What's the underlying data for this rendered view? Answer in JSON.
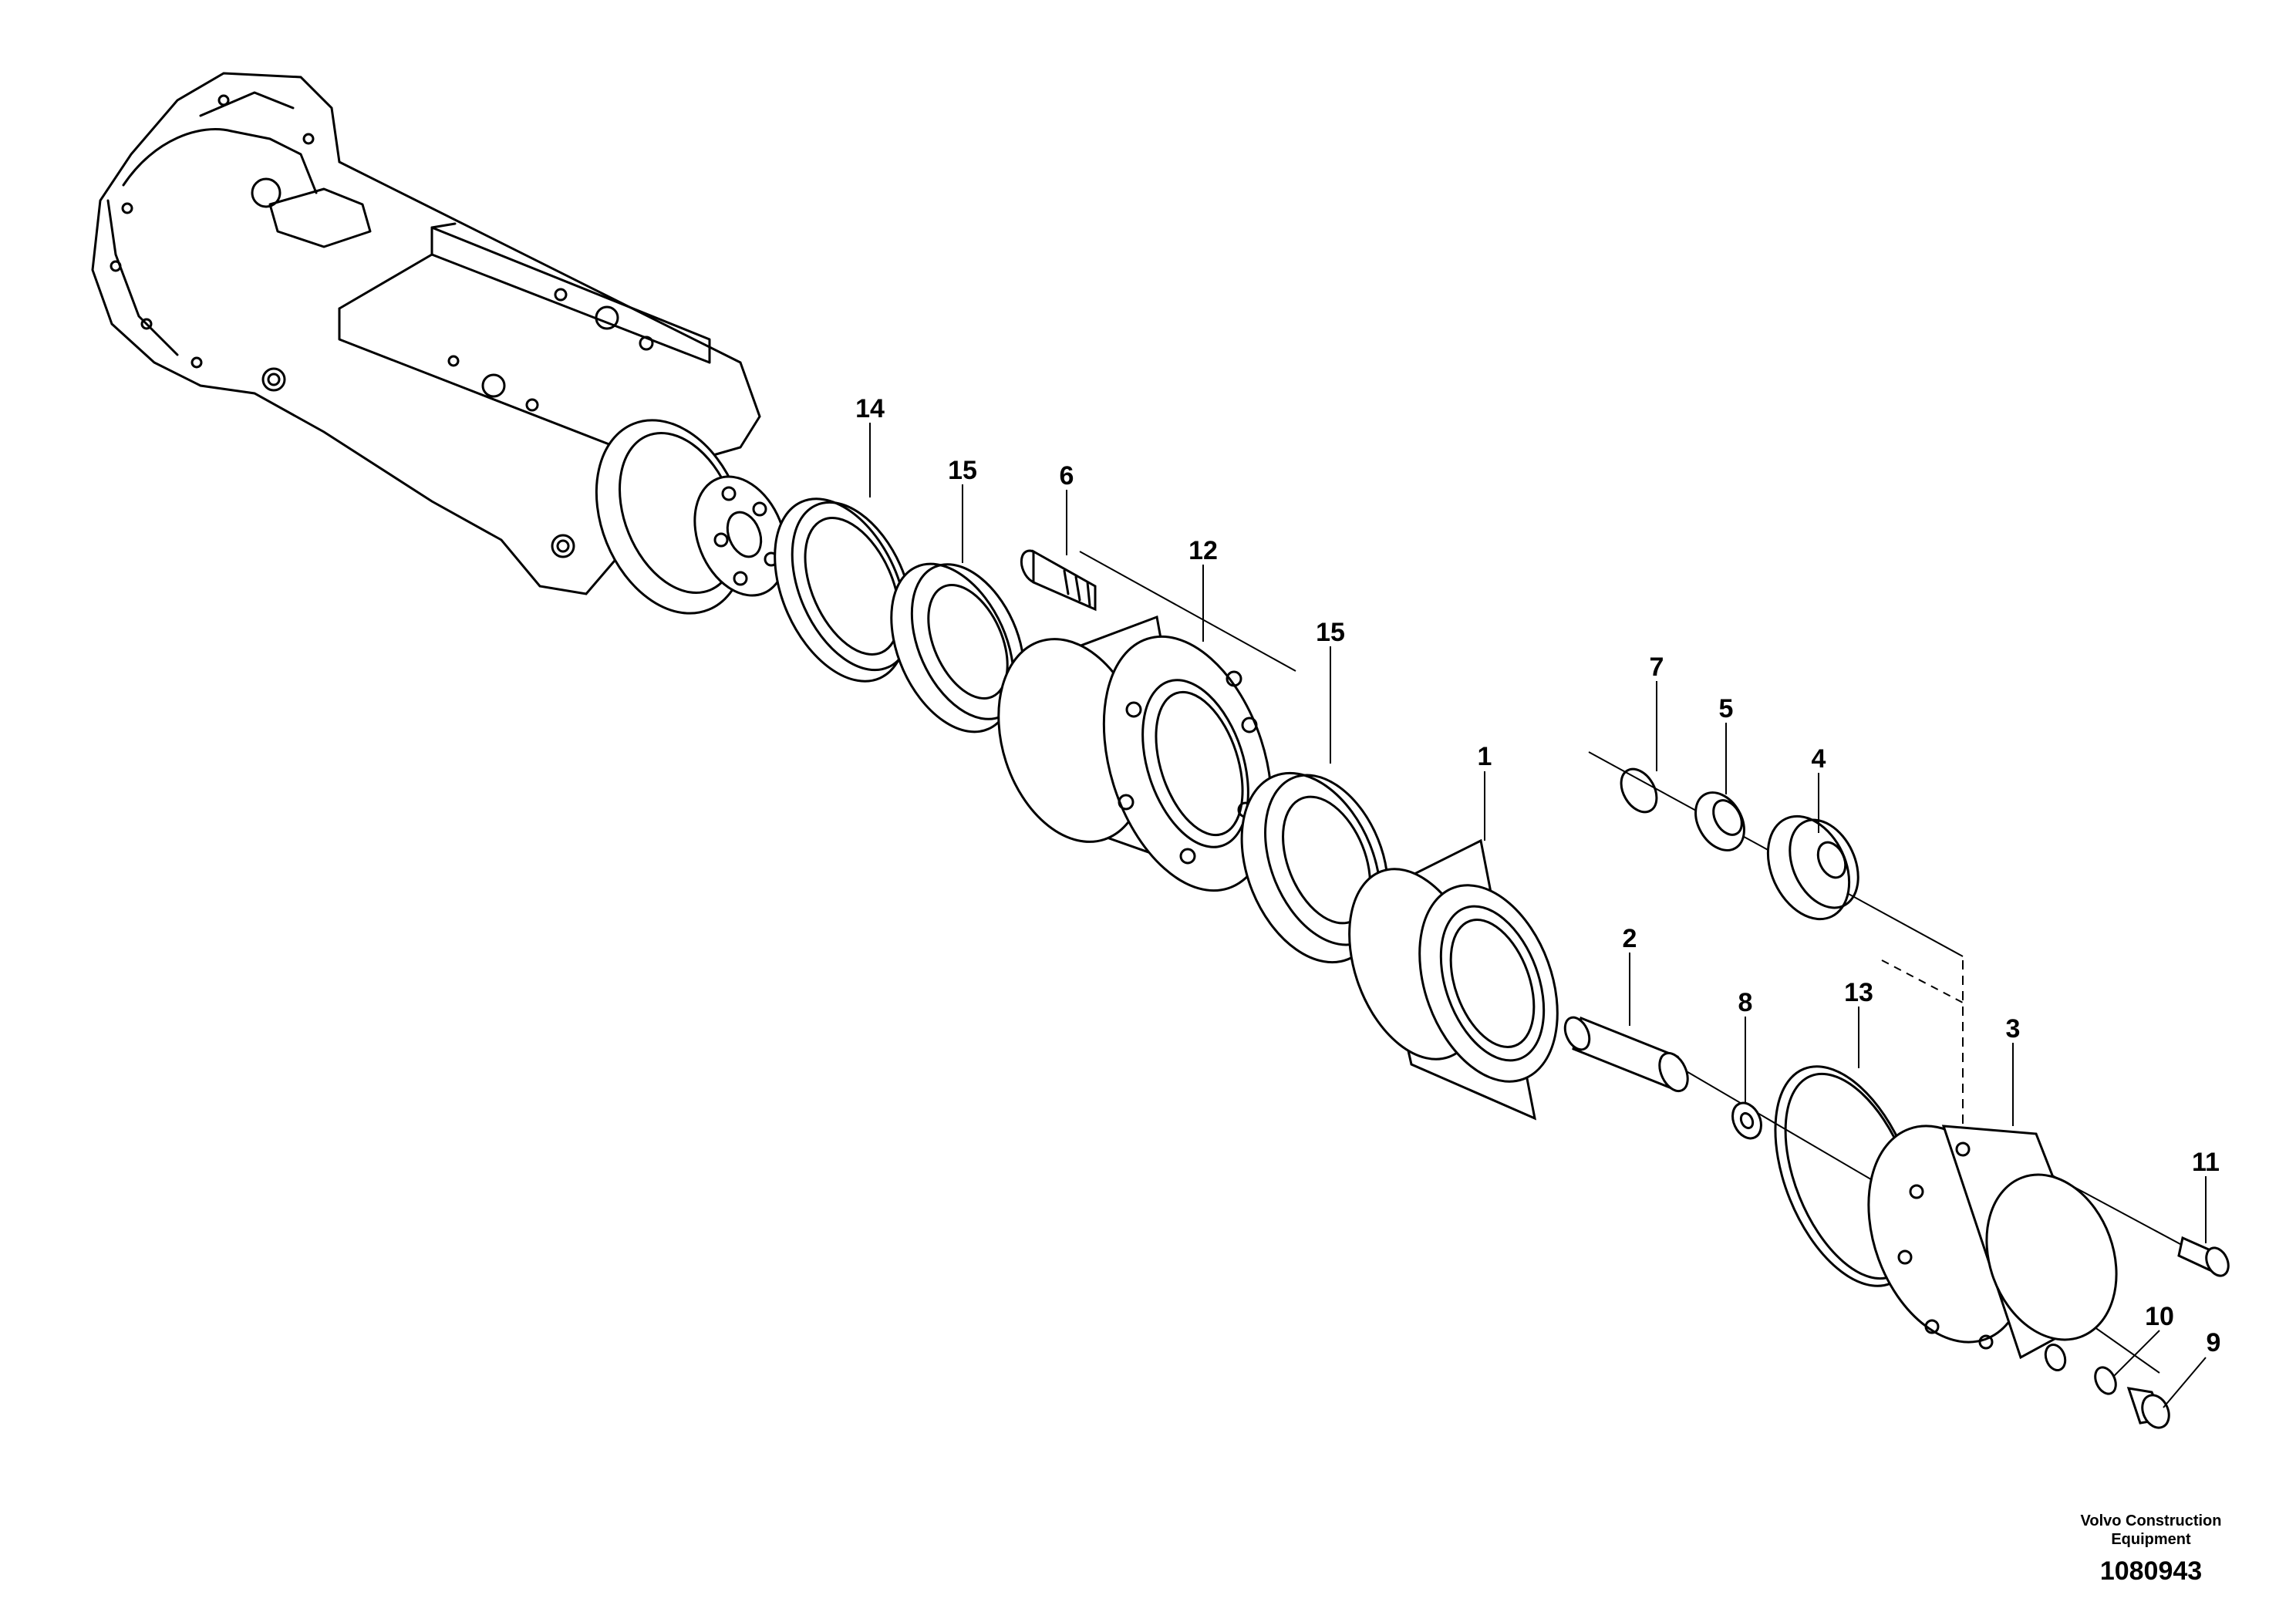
{
  "diagram": {
    "callouts": [
      {
        "id": "c1",
        "label": "1"
      },
      {
        "id": "c2",
        "label": "2"
      },
      {
        "id": "c3",
        "label": "3"
      },
      {
        "id": "c4",
        "label": "4"
      },
      {
        "id": "c5",
        "label": "5"
      },
      {
        "id": "c6",
        "label": "6"
      },
      {
        "id": "c7",
        "label": "7"
      },
      {
        "id": "c8",
        "label": "8"
      },
      {
        "id": "c9",
        "label": "9"
      },
      {
        "id": "c10",
        "label": "10"
      },
      {
        "id": "c11",
        "label": "11"
      },
      {
        "id": "c12",
        "label": "12"
      },
      {
        "id": "c13",
        "label": "13"
      },
      {
        "id": "c14",
        "label": "14"
      },
      {
        "id": "c15a",
        "label": "15"
      },
      {
        "id": "c15b",
        "label": "15"
      }
    ]
  },
  "footer": {
    "brand_line1": "Volvo Construction",
    "brand_line2": "Equipment",
    "reference_number": "1080943"
  }
}
